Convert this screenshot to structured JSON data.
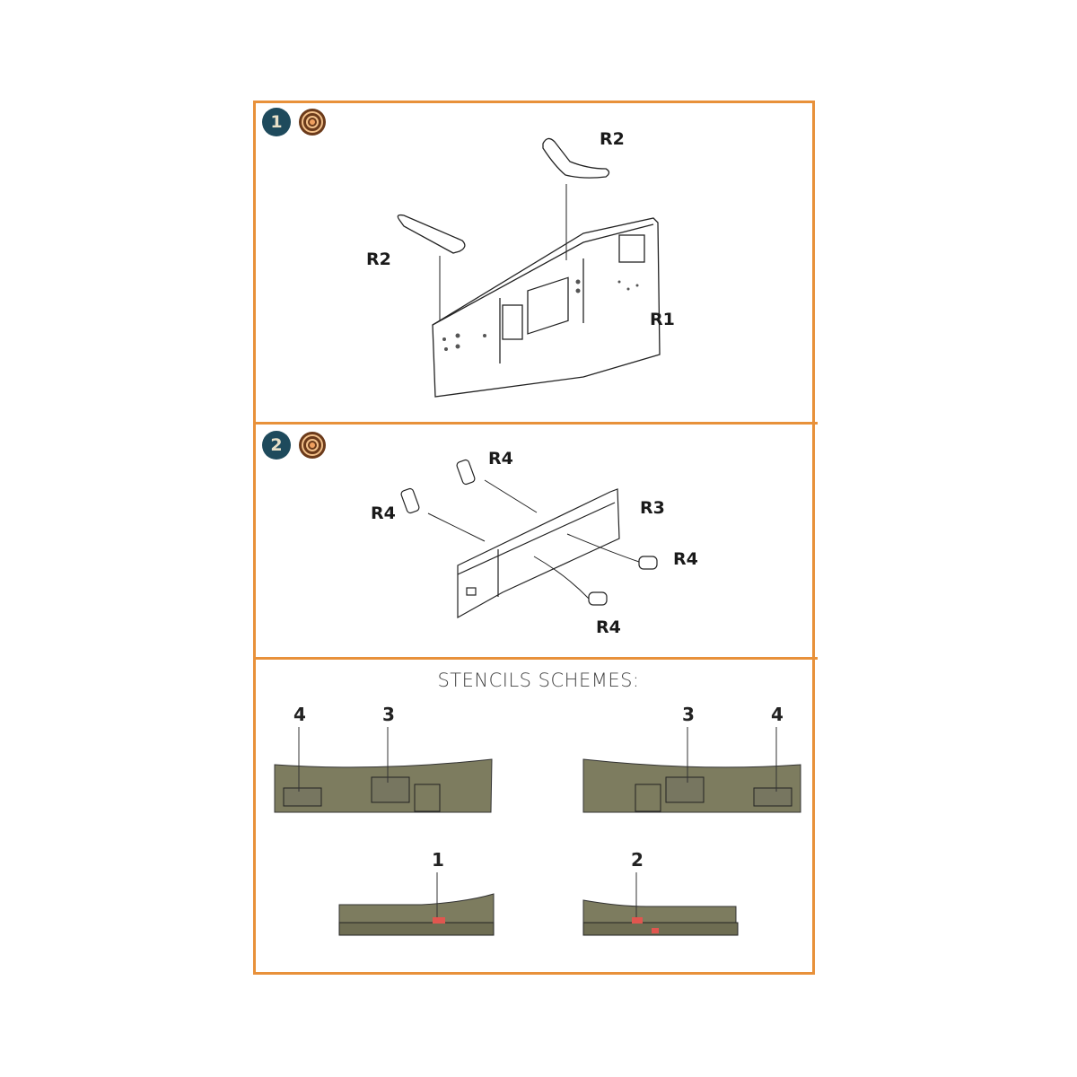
{
  "steps": [
    {
      "number": "1",
      "icon": "glue-icon",
      "parts": [
        "R2",
        "R2",
        "R1"
      ]
    },
    {
      "number": "2",
      "icon": "glue-icon",
      "parts": [
        "R4",
        "R4",
        "R3",
        "R4",
        "R4"
      ]
    }
  ],
  "step1": {
    "badge": "1",
    "labels": {
      "r2_top": "R2",
      "r2_left": "R2",
      "r1": "R1"
    }
  },
  "step2": {
    "badge": "2",
    "labels": {
      "r4_top": "R4",
      "r4_left": "R4",
      "r3": "R3",
      "r4_right": "R4",
      "r4_bottom": "R4"
    }
  },
  "stencils": {
    "title": "STENCILS SCHEMES:",
    "callouts": {
      "left_top_4": "4",
      "left_top_3": "3",
      "right_top_3": "3",
      "right_top_4": "4",
      "left_bottom_1": "1",
      "right_bottom_2": "2"
    }
  },
  "colors": {
    "frame": "#e8913a",
    "badge": "#1e4a5c",
    "olive": "#7d7c5f",
    "stencil_red": "#e0564f"
  }
}
